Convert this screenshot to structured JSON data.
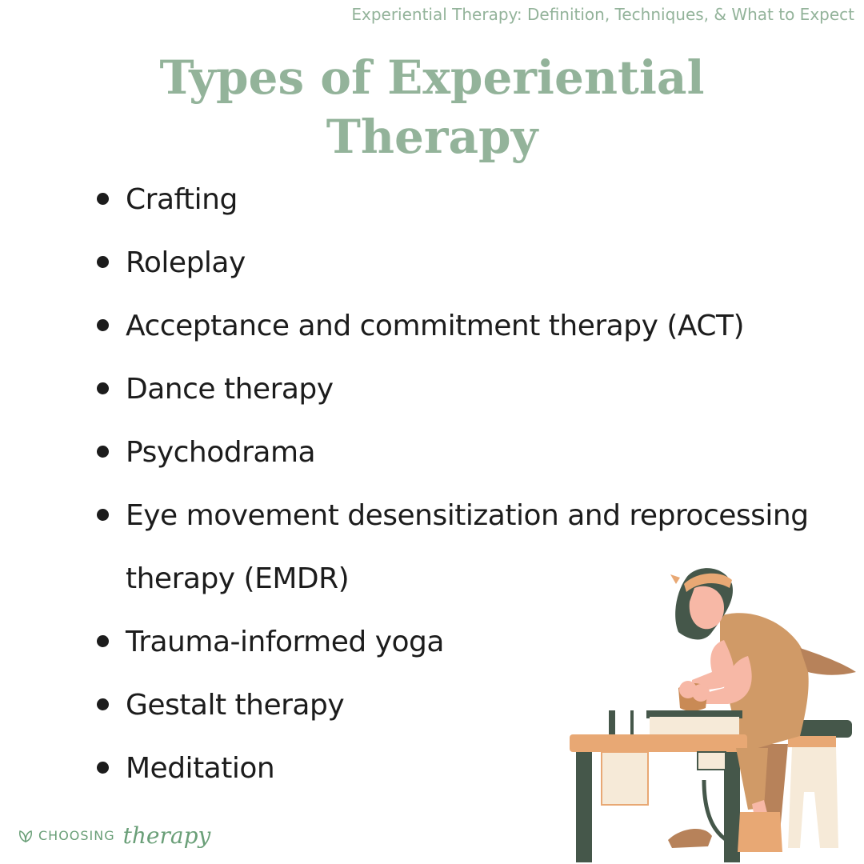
{
  "header": {
    "subtitle": "Experiential Therapy: Definition, Techniques, & What to Expect"
  },
  "title": {
    "line1": "Types of Experiential",
    "line2": "Therapy"
  },
  "items": [
    {
      "label": "Crafting"
    },
    {
      "label": "Roleplay"
    },
    {
      "label": "Acceptance and commitment therapy (ACT)"
    },
    {
      "label": "Dance therapy"
    },
    {
      "label": "Psychodrama"
    },
    {
      "label": "Eye movement desensitization and reprocessing therapy (EMDR)"
    },
    {
      "label": "Trauma-informed yoga"
    },
    {
      "label": "Gestalt therapy"
    },
    {
      "label": "Meditation"
    }
  ],
  "brand": {
    "word": "CHOOSING",
    "script": "therapy",
    "icon": "leaf-icon"
  },
  "illustration": {
    "icon": "pottery-person-illustration"
  },
  "colors": {
    "accent": "#93b39a",
    "text": "#1c1c1c",
    "brand": "#6a9f78"
  }
}
